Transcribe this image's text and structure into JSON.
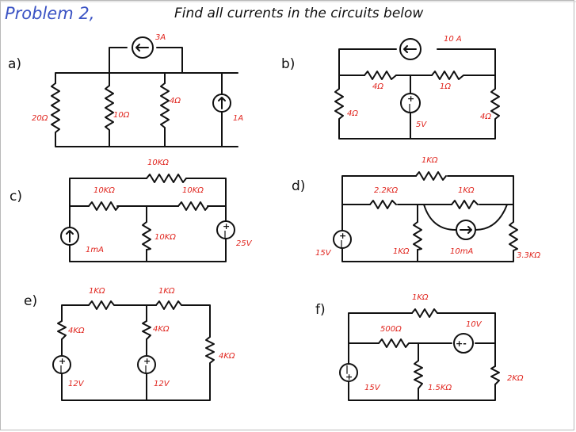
{
  "header": {
    "problem_label": "Problem 2,",
    "instruction": "Find all currents in the circuits below"
  },
  "colors": {
    "header": "#3b53c4",
    "values": "#e0241d",
    "ink": "#111111"
  },
  "circuits": {
    "a": {
      "label": "a)",
      "current_source_top": "3A",
      "r1": "20Ω",
      "r2": "10Ω",
      "r3": "4Ω",
      "current_source_right": "1A"
    },
    "b": {
      "label": "b)",
      "current_source_top": "10 A",
      "r_left": "4Ω",
      "r_mid": "4Ω",
      "r_right_top": "1Ω",
      "voltage_source": "5V",
      "r_right": "4Ω"
    },
    "c": {
      "label": "c)",
      "r_top": "10KΩ",
      "r_left": "10KΩ",
      "r_right": "10KΩ",
      "current_source": "1mA",
      "r_mid": "10KΩ",
      "voltage_source": "25V"
    },
    "d": {
      "label": "d)",
      "r_top": "1KΩ",
      "r_left": "2.2KΩ",
      "r_right": "1KΩ",
      "voltage_source": "15V",
      "r_mid": "1KΩ",
      "current_source": "10mA",
      "r_end": "3.3KΩ"
    },
    "e": {
      "label": "e)",
      "r_top_left": "1KΩ",
      "r_top_right": "1KΩ",
      "r_left": "4KΩ",
      "r_mid": "4KΩ",
      "r_right": "4KΩ",
      "v_left": "12V",
      "v_mid": "12V"
    },
    "f": {
      "label": "f)",
      "r_top": "1KΩ",
      "r_mid_top": "500Ω",
      "voltage_source_top": "10V",
      "voltage_source_left": "15V",
      "r_mid": "1.5KΩ",
      "r_right": "2KΩ"
    }
  },
  "icon_names": [
    "current-source-icon",
    "voltage-source-icon",
    "resistor-icon"
  ]
}
